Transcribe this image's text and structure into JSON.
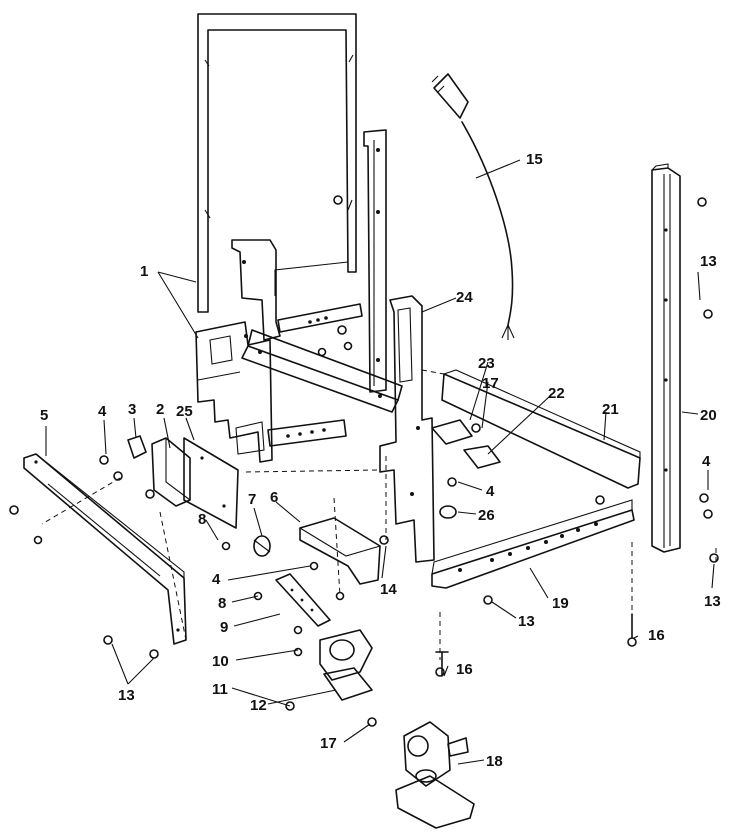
{
  "diagram": {
    "callouts": [
      {
        "id": "c1",
        "text": "1"
      },
      {
        "id": "c2",
        "text": "2"
      },
      {
        "id": "c3",
        "text": "3"
      },
      {
        "id": "c4a",
        "text": "4"
      },
      {
        "id": "c4b",
        "text": "4"
      },
      {
        "id": "c4c",
        "text": "4"
      },
      {
        "id": "c4d",
        "text": "4"
      },
      {
        "id": "c5",
        "text": "5"
      },
      {
        "id": "c6",
        "text": "6"
      },
      {
        "id": "c7",
        "text": "7"
      },
      {
        "id": "c8a",
        "text": "8"
      },
      {
        "id": "c8b",
        "text": "8"
      },
      {
        "id": "c9",
        "text": "9"
      },
      {
        "id": "c10",
        "text": "10"
      },
      {
        "id": "c11",
        "text": "11"
      },
      {
        "id": "c12",
        "text": "12"
      },
      {
        "id": "c13a",
        "text": "13"
      },
      {
        "id": "c13b",
        "text": "13"
      },
      {
        "id": "c13c",
        "text": "13"
      },
      {
        "id": "c13d",
        "text": "13"
      },
      {
        "id": "c14",
        "text": "14"
      },
      {
        "id": "c15",
        "text": "15"
      },
      {
        "id": "c16a",
        "text": "16"
      },
      {
        "id": "c16b",
        "text": "16"
      },
      {
        "id": "c17a",
        "text": "17"
      },
      {
        "id": "c17b",
        "text": "17"
      },
      {
        "id": "c18",
        "text": "18"
      },
      {
        "id": "c19",
        "text": "19"
      },
      {
        "id": "c20",
        "text": "20"
      },
      {
        "id": "c21",
        "text": "21"
      },
      {
        "id": "c22",
        "text": "22"
      },
      {
        "id": "c23",
        "text": "23"
      },
      {
        "id": "c24",
        "text": "24"
      },
      {
        "id": "c25",
        "text": "25"
      },
      {
        "id": "c26",
        "text": "26"
      }
    ]
  }
}
